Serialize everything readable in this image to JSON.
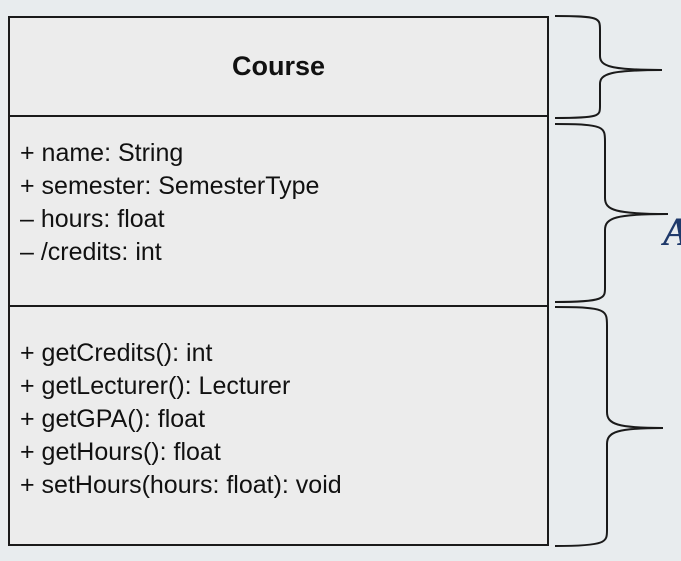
{
  "uml_class": {
    "name": "Course",
    "attributes": [
      "+ name: String",
      "+ semester: SemesterType",
      "– hours: float",
      "– /credits: int"
    ],
    "operations": [
      "+ getCredits(): int",
      "+ getLecturer(): Lecturer",
      "+ getGPA(): float",
      "+ getHours(): float",
      "+ setHours(hours: float): void"
    ]
  },
  "annotation": {
    "partial_glyph": "A"
  },
  "colors": {
    "background": "#e8ecee",
    "box_fill": "#ececec",
    "border": "#1a1a1a",
    "brace": "#1a1a1a",
    "glyph": "#1f3a6b"
  }
}
